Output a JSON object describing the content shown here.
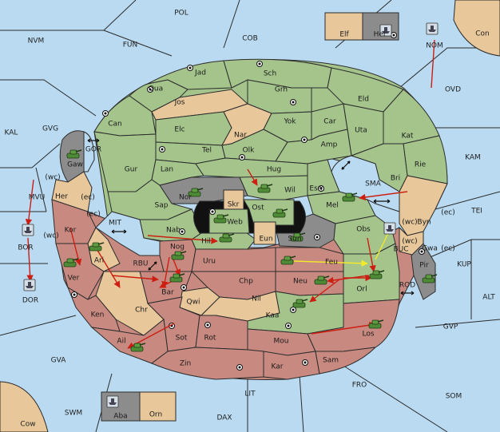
{
  "colors": {
    "sea": "#b9daf0",
    "green": "#a4c48c",
    "tan": "#e8c79a",
    "red": "#c88a80",
    "gray": "#8c8c8c",
    "black": "#111111",
    "border": "#2c2c2c",
    "order_red": "#cc1f12",
    "order_yellow": "#f2ea2a",
    "unit_green": "#4f8a36"
  },
  "seas": {
    "pol": "POL",
    "nvm": "NVM",
    "fun": "FUN",
    "cob": "COB",
    "con": "Con",
    "nom": "NOM",
    "ovd": "OVD",
    "kam": "KAM",
    "tei": "TEI",
    "kal": "KAL",
    "gvg": "GVG",
    "mvu": "MVU",
    "bor": "BOR",
    "dor": "DOR",
    "mit": "MIT",
    "rbu": "RBU",
    "buc": "BUC",
    "kup": "KUP",
    "alt": "ALT",
    "rod": "ROD",
    "gvp": "GVP",
    "gva": "GVA",
    "fro": "FRO",
    "som": "SOM",
    "lit": "LIT",
    "swm": "SWM",
    "dax": "DAX",
    "cow": "Cow",
    "gor": "GOR",
    "sma": "SMA"
  },
  "provinces": {
    "jad": "Jad",
    "sch": "Sch",
    "qua": "Qua",
    "jos": "Jos",
    "grh": "Grh",
    "eld": "Eld",
    "can": "Can",
    "elc": "Elc",
    "nar": "Nar",
    "yok": "Yok",
    "car": "Car",
    "uta": "Uta",
    "kat": "Kat",
    "tel": "Tel",
    "olk": "Olk",
    "amp": "Amp",
    "rie": "Rie",
    "gur": "Gur",
    "lan": "Lan",
    "hug": "Hug",
    "bri": "Bri",
    "wil": "Wil",
    "esm": "Esm",
    "nor": "Nor",
    "skr": "Skr",
    "ost": "Ost",
    "mel": "Mel",
    "sap": "Sap",
    "web": "Web",
    "byn": "Byn",
    "nab": "Nab",
    "hil": "Hil",
    "eun": "Eun",
    "sun": "Sun",
    "obs": "Obs",
    "gwa": "Gwa",
    "nog": "Nog",
    "uru": "Uru",
    "feu": "Feu",
    "pir": "Pir",
    "gaw": "Gaw",
    "her": "Her",
    "kor": "Kor",
    "ari": "Ari",
    "ver": "Ver",
    "bar": "Bar",
    "qwi": "Qwi",
    "chp": "Chp",
    "neu": "Neu",
    "orl": "Orl",
    "nil": "Nil",
    "chr": "Chr",
    "ken": "Ken",
    "kaa": "Kaa",
    "sot": "Sot",
    "rot": "Rot",
    "ail": "Ail",
    "mou": "Mou",
    "los": "Los",
    "zin": "Zin",
    "kar": "Kar",
    "sam": "Sam",
    "elf": "Elf",
    "hel": "Hel",
    "aba": "Aba",
    "orn": "Orn"
  },
  "coasts": {
    "wc1": "(wc)",
    "ec1": "(ec)",
    "ec2": "(ec)",
    "wc2": "(wc)",
    "ec3": "(ec)",
    "wc3": "(wc)",
    "wc4": "(wc)",
    "ec4": "(ec)"
  }
}
